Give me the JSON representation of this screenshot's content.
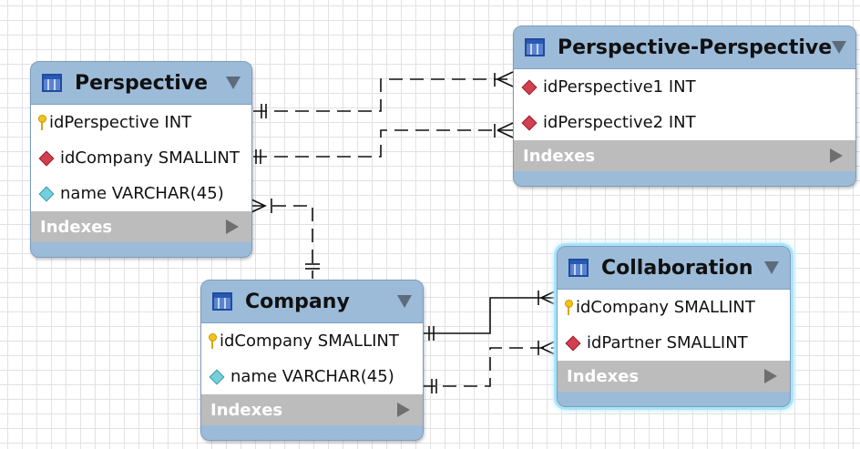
{
  "tables": {
    "perspective": {
      "name": "Perspective",
      "columns": [
        {
          "label": "idPerspective INT",
          "icon": "primary-key-icon"
        },
        {
          "label": "idCompany SMALLINT",
          "icon": "foreign-key-diamond-icon"
        },
        {
          "label": "name VARCHAR(45)",
          "icon": "column-diamond-icon"
        }
      ],
      "indexes_label": "Indexes"
    },
    "perspective_perspective": {
      "name": "Perspective-Perspective",
      "columns": [
        {
          "label": "idPerspective1 INT",
          "icon": "foreign-key-diamond-icon"
        },
        {
          "label": "idPerspective2 INT",
          "icon": "foreign-key-diamond-icon"
        }
      ],
      "indexes_label": "Indexes"
    },
    "company": {
      "name": "Company",
      "columns": [
        {
          "label": "idCompany SMALLINT",
          "icon": "primary-key-icon"
        },
        {
          "label": "name VARCHAR(45)",
          "icon": "column-diamond-icon"
        }
      ],
      "indexes_label": "Indexes"
    },
    "collaboration": {
      "name": "Collaboration",
      "columns": [
        {
          "label": "idCompany SMALLINT",
          "icon": "primary-key-icon"
        },
        {
          "label": "idPartner SMALLINT",
          "icon": "foreign-key-diamond-icon"
        }
      ],
      "indexes_label": "Indexes"
    }
  },
  "relationships": [
    {
      "from": "Perspective",
      "to": "Perspective-Perspective",
      "identifying": false,
      "cardinality": "one-to-many"
    },
    {
      "from": "Perspective",
      "to": "Perspective-Perspective",
      "identifying": false,
      "cardinality": "one-to-many"
    },
    {
      "from": "Company",
      "to": "Perspective",
      "identifying": false,
      "cardinality": "one-to-many"
    },
    {
      "from": "Company",
      "to": "Collaboration",
      "identifying": true,
      "cardinality": "one-to-many"
    },
    {
      "from": "Company",
      "to": "Collaboration",
      "identifying": false,
      "cardinality": "one-to-many"
    }
  ],
  "colors": {
    "header": "#9bbbd9",
    "indexes_bar": "#bcbcbc",
    "primary_key": "#f4c319",
    "foreign_key": "#d23f4f",
    "column": "#74d0dc",
    "selection_glow": "#a9e4f8"
  }
}
